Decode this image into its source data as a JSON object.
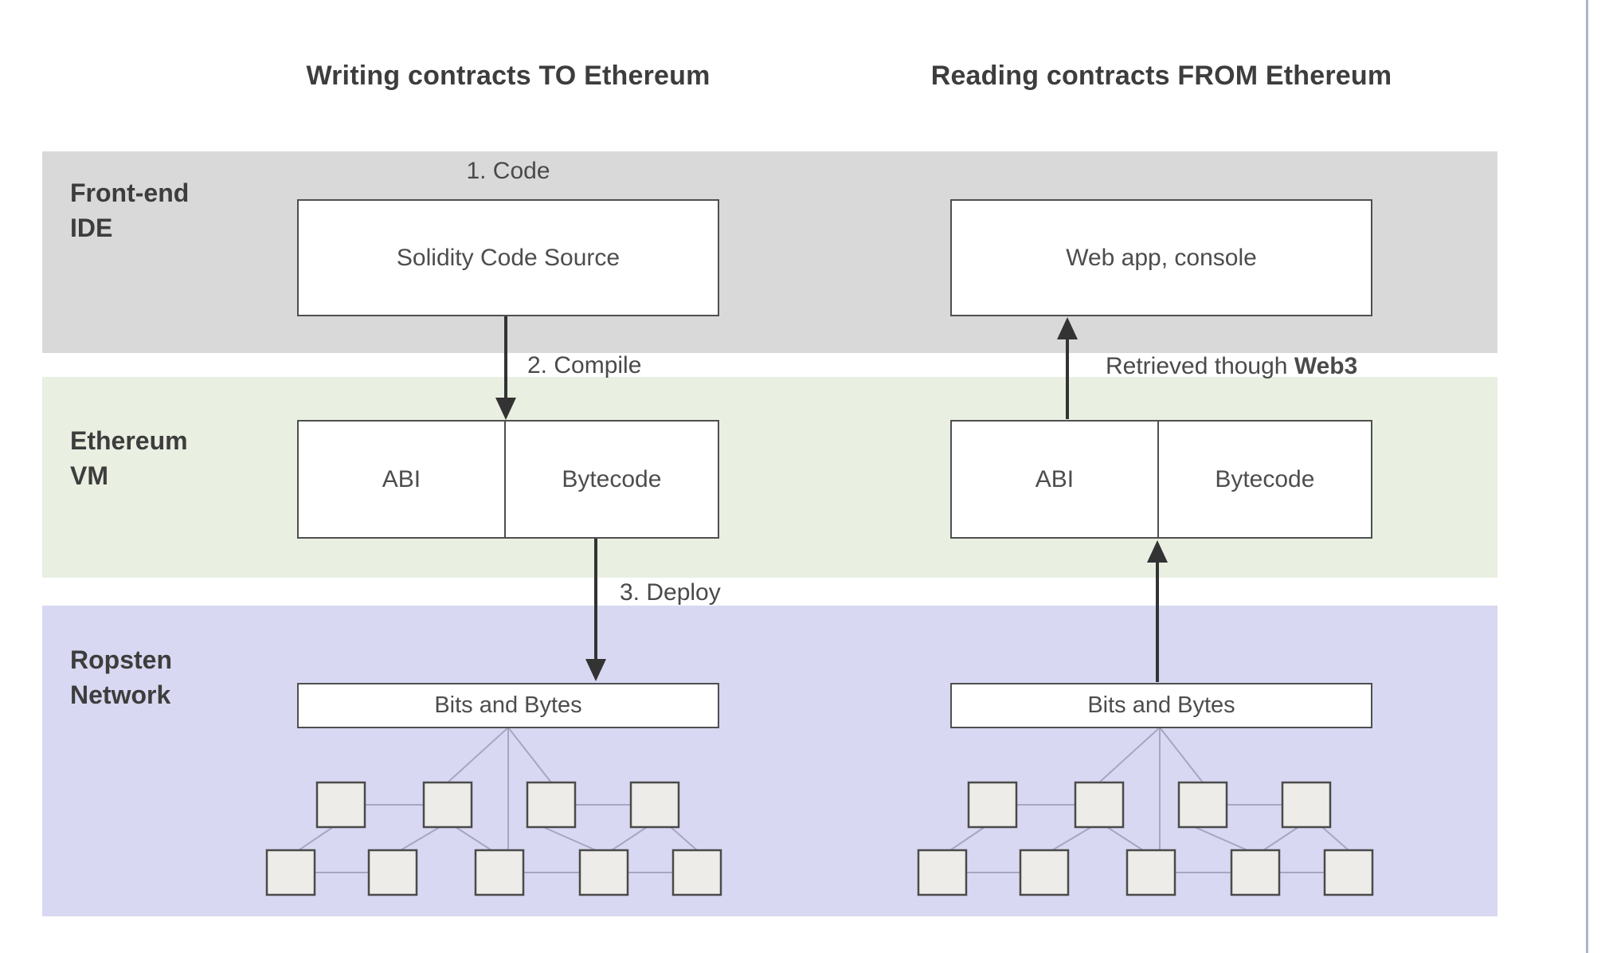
{
  "colors": {
    "band_gray": "#d9d9d9",
    "band_green": "#e9efe1",
    "band_purple": "#d8d8f2",
    "node_fill": "#edece8",
    "net_line": "#a6a6c2",
    "arrow": "#333333",
    "box_border": "#4f4f4f",
    "text_dark": "#3d3d3d",
    "edge_line": "#aab4cd"
  },
  "headers": {
    "left": "Writing contracts TO Ethereum",
    "right": "Reading contracts FROM Ethereum"
  },
  "bands": {
    "frontend": {
      "line1": "Front-end",
      "line2": "IDE"
    },
    "evm": {
      "line1": "Ethereum",
      "line2": "VM"
    },
    "ropsten": {
      "line1": "Ropsten",
      "line2": "Network"
    }
  },
  "steps": {
    "code": "1. Code",
    "compile": "2. Compile",
    "deploy": "3. Deploy",
    "retrieved_prefix": "Retrieved though ",
    "retrieved_bold": "Web3"
  },
  "boxes": {
    "solidity": "Solidity Code Source",
    "webapp": "Web app, console",
    "abi": "ABI",
    "bytecode": "Bytecode",
    "bits_left": "Bits and Bytes",
    "bits_right": "Bits and Bytes"
  }
}
